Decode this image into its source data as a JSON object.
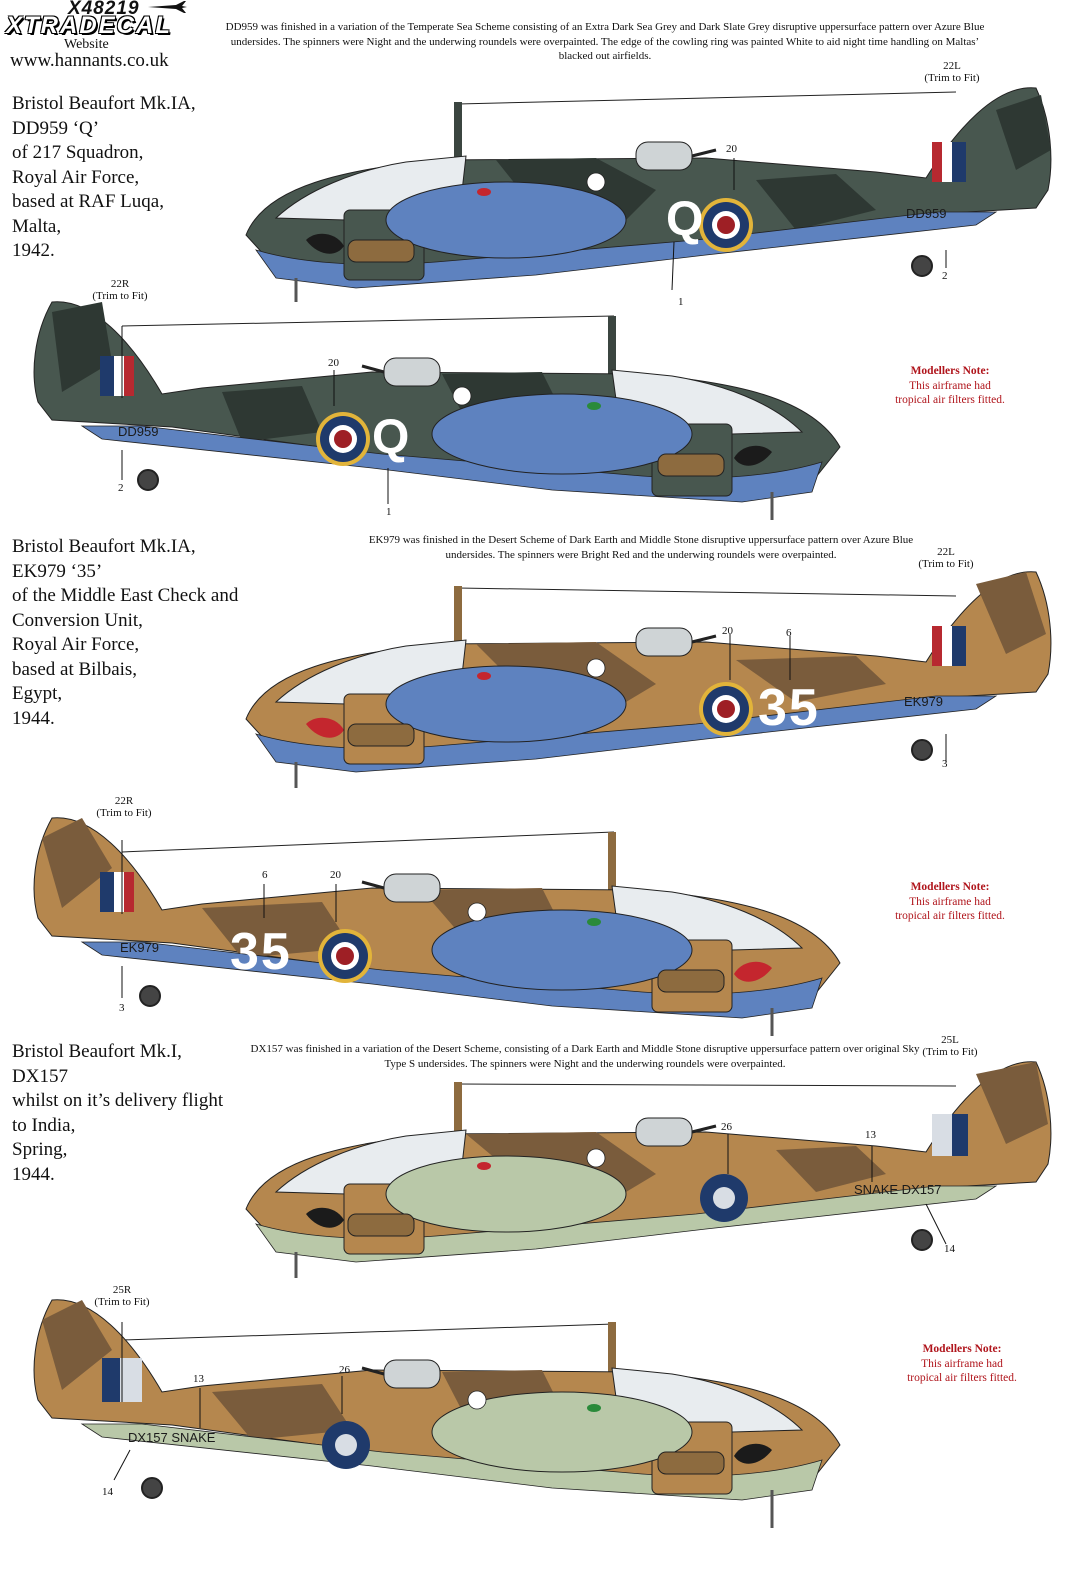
{
  "header": {
    "product_code": "X48219",
    "brand": "XTRADECAL",
    "website_label": "Website",
    "website_url": "www.hannants.co.uk"
  },
  "profiles": [
    {
      "title": "Bristol Beaufort Mk.IA,\nDD959 ‘Q’\nof 217 Squadron,\nRoyal Air Force,\nbased at RAF Luqa,\nMalta,\n1942.",
      "description": "DD959 was finished in a variation of the Temperate Sea Scheme consisting of an Extra Dark Sea Grey and Dark Slate Grey disruptive uppersurface pattern over Azure Blue undersides. The spinners were Night and the underwing roundels were overpainted. The edge of the cowling ring was painted White to aid night time handling on Maltas’ blacked out airfields.",
      "serial": "DD959",
      "code": "Q",
      "note": {
        "heading": "Modellers Note:",
        "line1": "This airframe had",
        "line2": "tropical air filters fitted."
      },
      "left_side": {
        "fin_decal": "22L",
        "trim": "(Trim to Fit)",
        "c1": "20",
        "c2": "1",
        "c3": "2"
      },
      "right_side": {
        "fin_decal": "22R",
        "trim": "(Trim to Fit)",
        "c1": "20",
        "c2": "1",
        "c3": "2"
      },
      "colors": {
        "upper": "#48574f",
        "camo": "#2e3833",
        "under": "#5e82bf",
        "roundel_ring": "#e2b43a",
        "spinner": "#1b1b1b"
      }
    },
    {
      "title": "Bristol Beaufort Mk.IA,\nEK979 ‘35’\nof the Middle East Check and\nConversion Unit,\nRoyal Air Force,\nbased at Bilbais,\nEgypt,\n1944.",
      "description": "EK979 was finished in the Desert Scheme of Dark Earth and Middle Stone disruptive uppersurface pattern over Azure Blue undersides. The spinners were Bright Red and the underwing roundels were overpainted.",
      "serial": "EK979",
      "code": "35",
      "note": {
        "heading": "Modellers Note:",
        "line1": "This airframe had",
        "line2": "tropical air filters fitted."
      },
      "left_side": {
        "fin_decal": "22L",
        "trim": "(Trim to Fit)",
        "c1": "20",
        "c2": "6",
        "c3": "3"
      },
      "right_side": {
        "fin_decal": "22R",
        "trim": "(Trim to Fit)",
        "c1": "6",
        "c2": "20",
        "c3": "3"
      },
      "colors": {
        "upper": "#b5874e",
        "camo": "#7a5c3c",
        "under": "#5e82bf",
        "roundel_ring": "#e2b43a",
        "spinner": "#c4262e"
      }
    },
    {
      "title": "Bristol Beaufort Mk.I,\nDX157\nwhilst on it’s delivery flight\nto India,\nSpring,\n1944.",
      "description": "DX157 was finished in a variation of the Desert Scheme, consisting of a Dark Earth and Middle Stone disruptive uppersurface pattern over original Sky Type S undersides. The spinners were Night and the underwing roundels were overpainted.",
      "serial_left": "SNAKE DX157",
      "serial_right": "DX157 SNAKE",
      "note": {
        "heading": "Modellers Note:",
        "line1": "This airframe had",
        "line2": "tropical air filters fitted."
      },
      "left_side": {
        "fin_decal": "25L",
        "trim": "(Trim to Fit)",
        "c1": "26",
        "c2": "13",
        "c3": "14"
      },
      "right_side": {
        "fin_decal": "25R",
        "trim": "(Trim to Fit)",
        "c1": "13",
        "c2": "26",
        "c3": "14"
      },
      "colors": {
        "upper": "#b5874e",
        "camo": "#7a5c3c",
        "under": "#b9c8a8",
        "roundel_ring": "",
        "spinner": "#1b1b1b"
      }
    }
  ]
}
